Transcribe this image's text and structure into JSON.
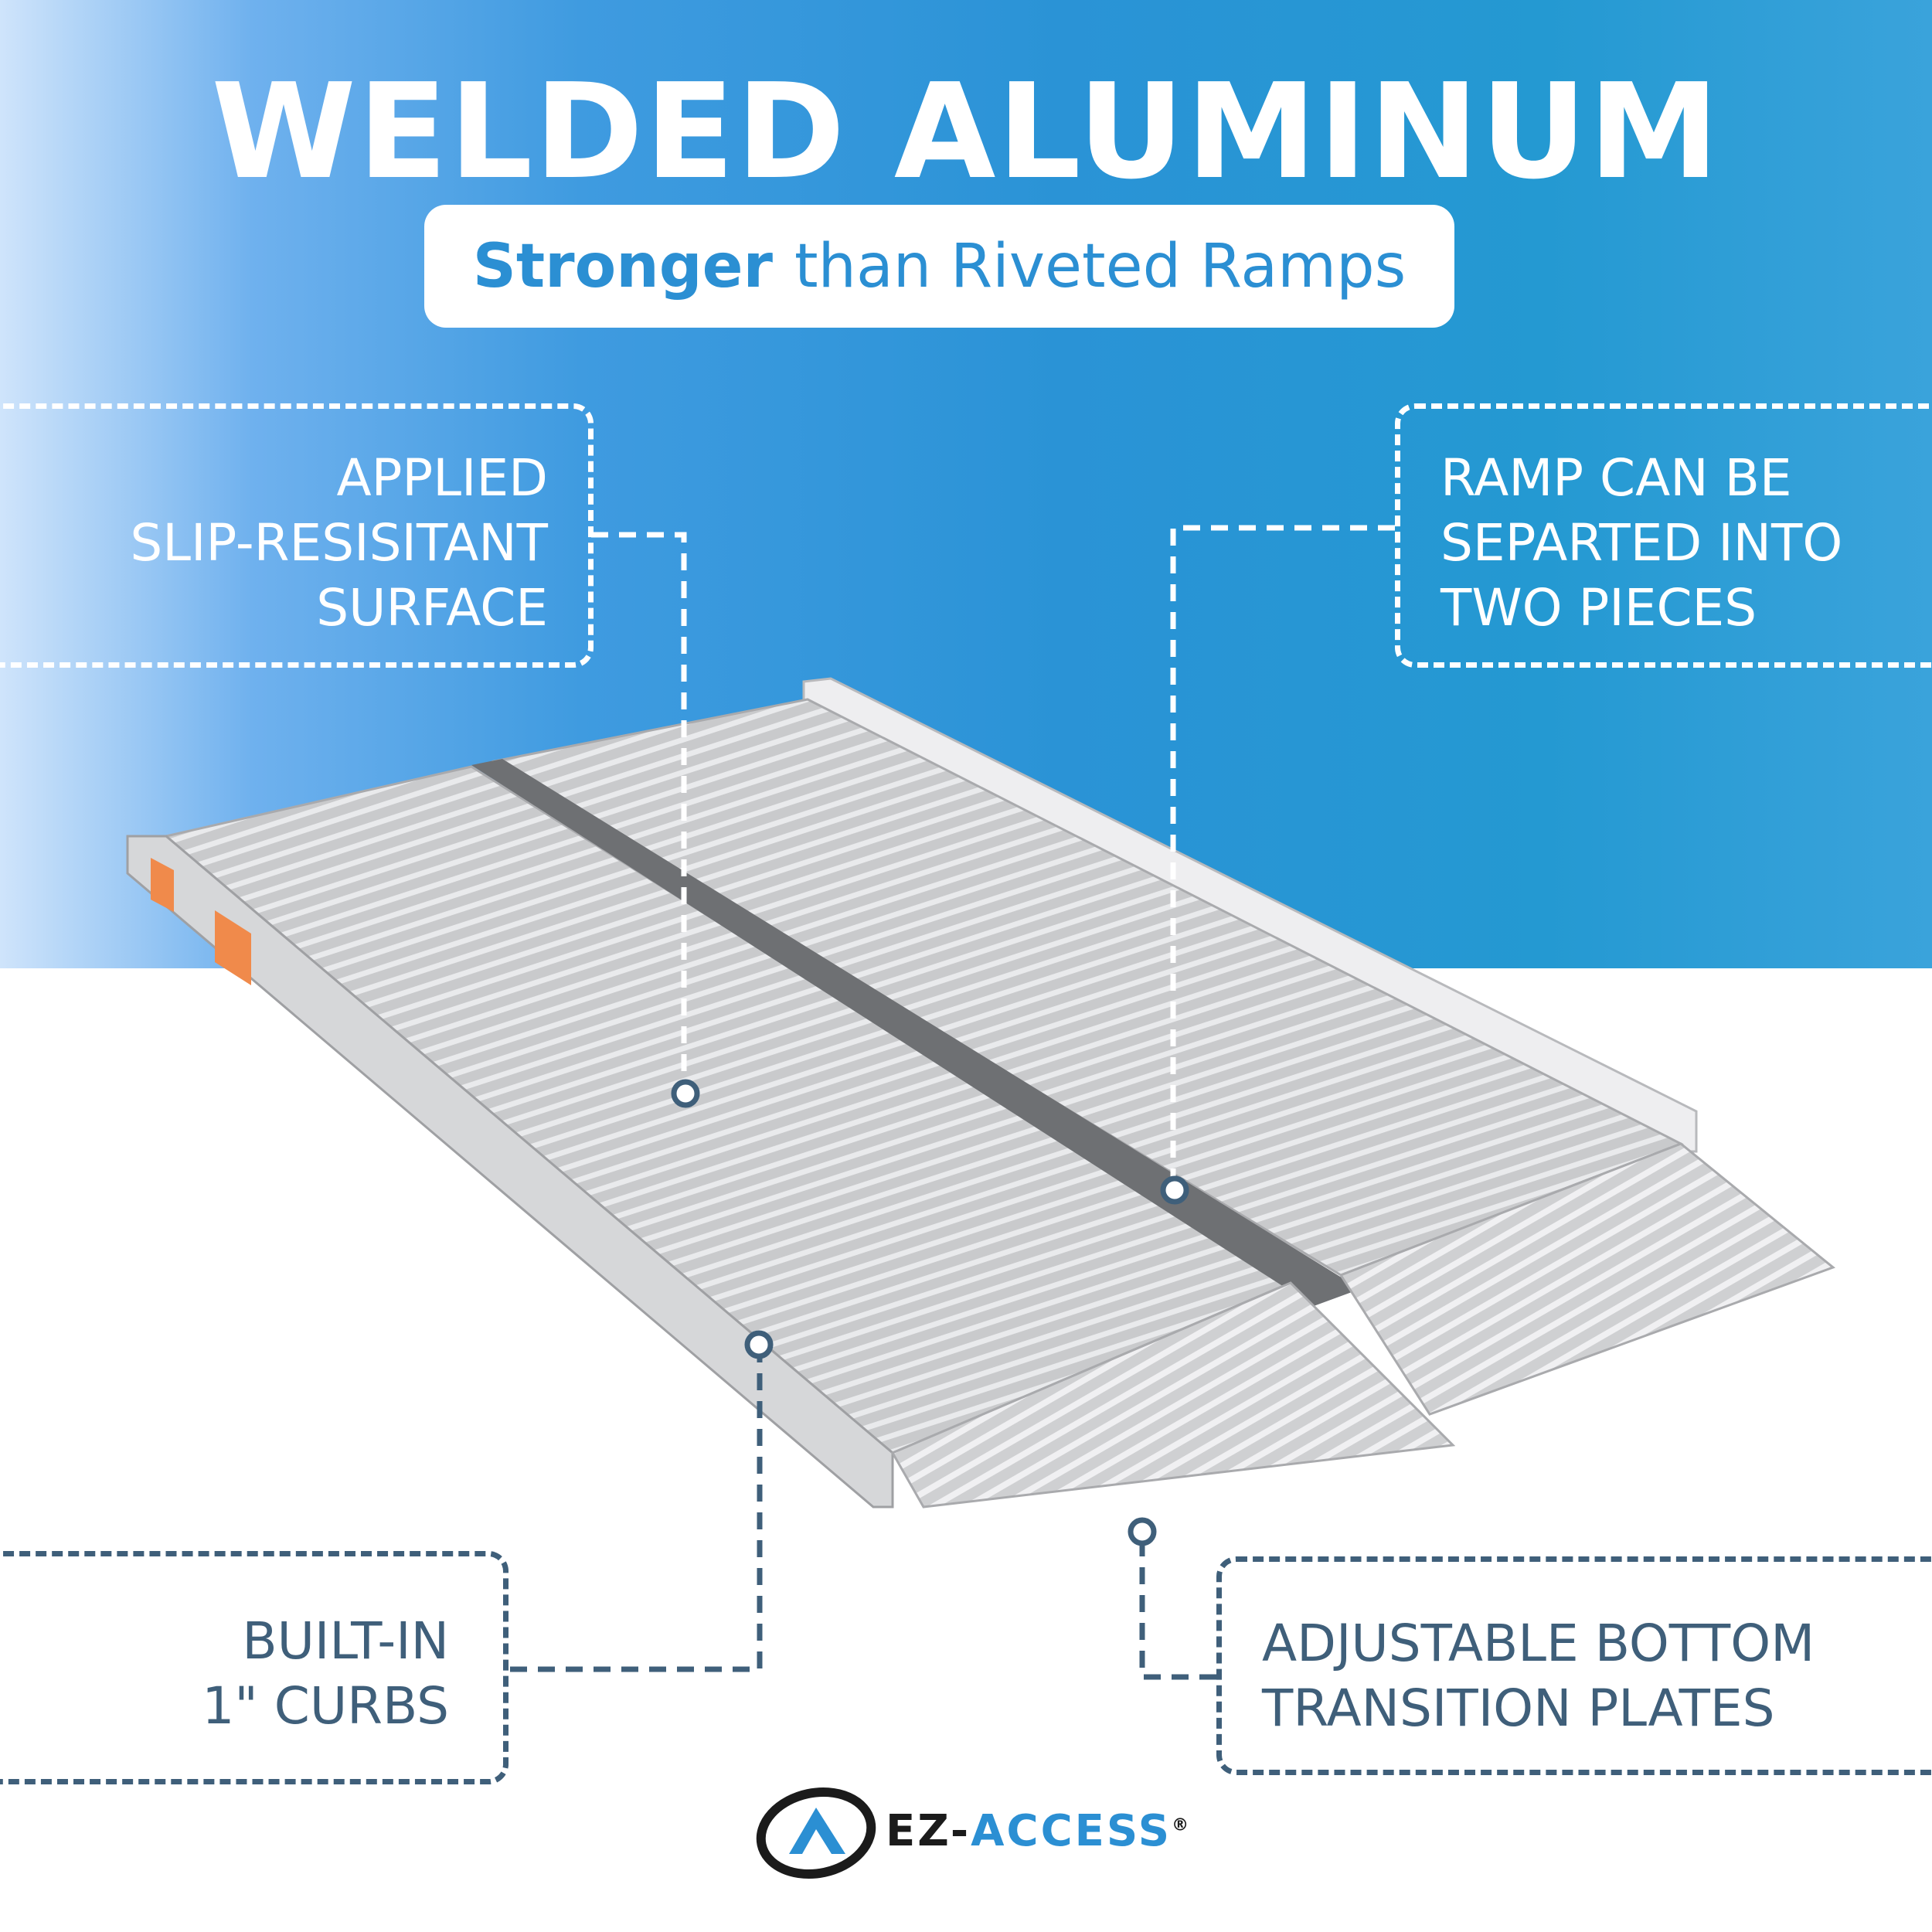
{
  "header": {
    "title": "WELDED ALUMINUM",
    "subtitle_bold": "Stronger",
    "subtitle_rest": "than Riveted Ramps"
  },
  "callouts": {
    "surface": [
      "APPLIED",
      "SLIP-RESISITANT",
      "SURFACE"
    ],
    "separate": [
      "RAMP CAN BE",
      "SEPARTED INTO",
      "TWO PIECES"
    ],
    "curbs": [
      "BUILT-IN",
      "1\" CURBS"
    ],
    "plates": [
      "ADJUSTABLE BOTTOM",
      "TRANSITION PLATES"
    ]
  },
  "brand": {
    "name_prefix": "EZ-",
    "name_suffix": "ACCESS",
    "mark": "®"
  },
  "colors": {
    "top_blue": "#2a93d6",
    "subtitle_blue": "#2b8fd3",
    "dark_callout": "#3f5f7a",
    "white": "#ffffff"
  }
}
